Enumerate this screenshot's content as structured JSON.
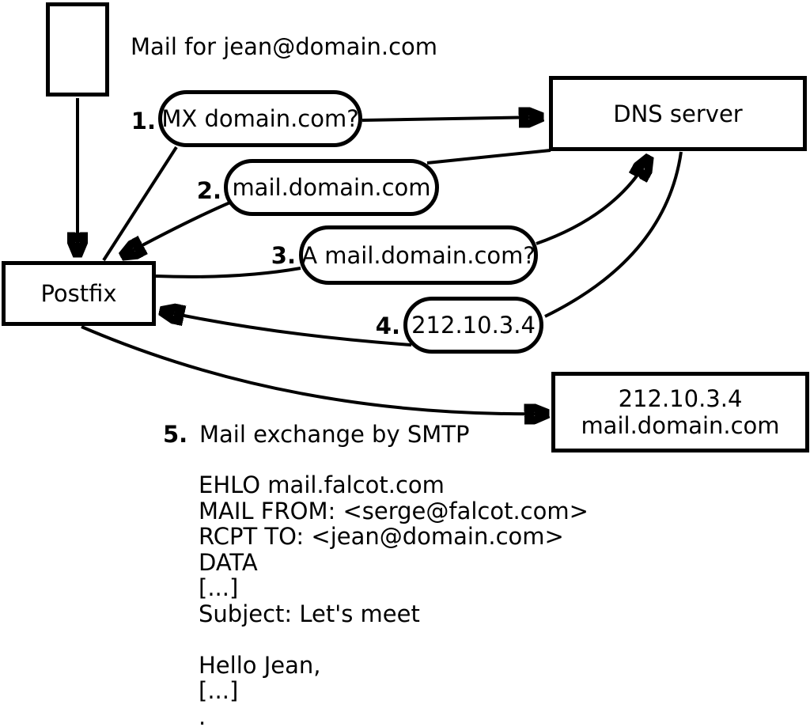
{
  "title": "Mail for jean@domain.com",
  "nodes": {
    "postfix": {
      "label": "Postfix"
    },
    "dns": {
      "label": "DNS server"
    },
    "mail_server": {
      "line1": "212.10.3.4",
      "line2": "mail.domain.com"
    }
  },
  "steps": [
    {
      "num": "1.",
      "label": "MX domain.com?"
    },
    {
      "num": "2.",
      "label": "mail.domain.com"
    },
    {
      "num": "3.",
      "label": "A mail.domain.com?"
    },
    {
      "num": "4.",
      "label": "212.10.3.4"
    },
    {
      "num": "5.",
      "label": "Mail exchange by SMTP"
    }
  ],
  "smtp_session": "EHLO mail.falcot.com\nMAIL FROM: <serge@falcot.com>\nRCPT TO: <jean@domain.com>\nDATA\n[...]\nSubject: Let's meet\n\nHello Jean,\n[...]\n."
}
